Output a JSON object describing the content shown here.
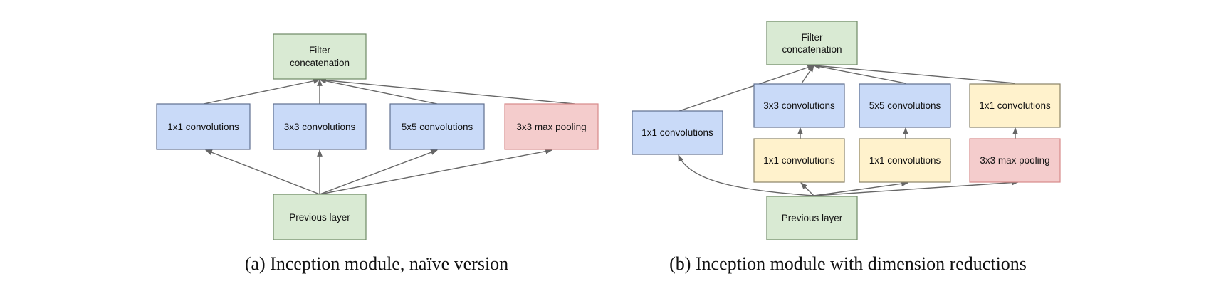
{
  "colors": {
    "green": {
      "fill": "#d9ead3",
      "stroke": "#6f8a66"
    },
    "blue": {
      "fill": "#c9daf8",
      "stroke": "#5f6f8f"
    },
    "yellow": {
      "fill": "#fff2cc",
      "stroke": "#8a8366"
    },
    "red": {
      "fill": "#f4cccc",
      "stroke": "#d78a8a"
    },
    "arrow": "#666666"
  },
  "diagrams": [
    {
      "caption": "(a) Inception module, naïve version",
      "nodes": [
        {
          "id": "a_concat",
          "lines": [
            "Filter",
            "concatenation"
          ],
          "color": "green"
        },
        {
          "id": "a_conv1",
          "lines": [
            "1x1 convolutions"
          ],
          "color": "blue"
        },
        {
          "id": "a_conv3",
          "lines": [
            "3x3 convolutions"
          ],
          "color": "blue"
        },
        {
          "id": "a_conv5",
          "lines": [
            "5x5 convolutions"
          ],
          "color": "blue"
        },
        {
          "id": "a_pool",
          "lines": [
            "3x3 max pooling"
          ],
          "color": "red"
        },
        {
          "id": "a_prev",
          "lines": [
            "Previous layer"
          ],
          "color": "green"
        }
      ],
      "edges": [
        {
          "from": "a_prev",
          "to": "a_conv1"
        },
        {
          "from": "a_prev",
          "to": "a_conv3"
        },
        {
          "from": "a_prev",
          "to": "a_conv5"
        },
        {
          "from": "a_prev",
          "to": "a_pool"
        },
        {
          "from": "a_conv1",
          "to": "a_concat"
        },
        {
          "from": "a_conv3",
          "to": "a_concat"
        },
        {
          "from": "a_conv5",
          "to": "a_concat"
        },
        {
          "from": "a_pool",
          "to": "a_concat"
        }
      ]
    },
    {
      "caption": "(b) Inception module with dimension reductions",
      "nodes": [
        {
          "id": "b_concat",
          "lines": [
            "Filter",
            "concatenation"
          ],
          "color": "green"
        },
        {
          "id": "b_conv1",
          "lines": [
            "1x1 convolutions"
          ],
          "color": "blue"
        },
        {
          "id": "b_conv3",
          "lines": [
            "3x3 convolutions"
          ],
          "color": "blue"
        },
        {
          "id": "b_conv5",
          "lines": [
            "5x5 convolutions"
          ],
          "color": "blue"
        },
        {
          "id": "b_proj",
          "lines": [
            "1x1 convolutions"
          ],
          "color": "yellow"
        },
        {
          "id": "b_red3",
          "lines": [
            "1x1 convolutions"
          ],
          "color": "yellow"
        },
        {
          "id": "b_red5",
          "lines": [
            "1x1 convolutions"
          ],
          "color": "yellow"
        },
        {
          "id": "b_pool",
          "lines": [
            "3x3 max pooling"
          ],
          "color": "red"
        },
        {
          "id": "b_prev",
          "lines": [
            "Previous layer"
          ],
          "color": "green"
        }
      ],
      "edges": [
        {
          "from": "b_prev",
          "to": "b_conv1"
        },
        {
          "from": "b_prev",
          "to": "b_red3"
        },
        {
          "from": "b_prev",
          "to": "b_red5"
        },
        {
          "from": "b_prev",
          "to": "b_pool"
        },
        {
          "from": "b_red3",
          "to": "b_conv3"
        },
        {
          "from": "b_red5",
          "to": "b_conv5"
        },
        {
          "from": "b_pool",
          "to": "b_proj"
        },
        {
          "from": "b_conv1",
          "to": "b_concat"
        },
        {
          "from": "b_conv3",
          "to": "b_concat"
        },
        {
          "from": "b_conv5",
          "to": "b_concat"
        },
        {
          "from": "b_proj",
          "to": "b_concat"
        }
      ]
    }
  ]
}
